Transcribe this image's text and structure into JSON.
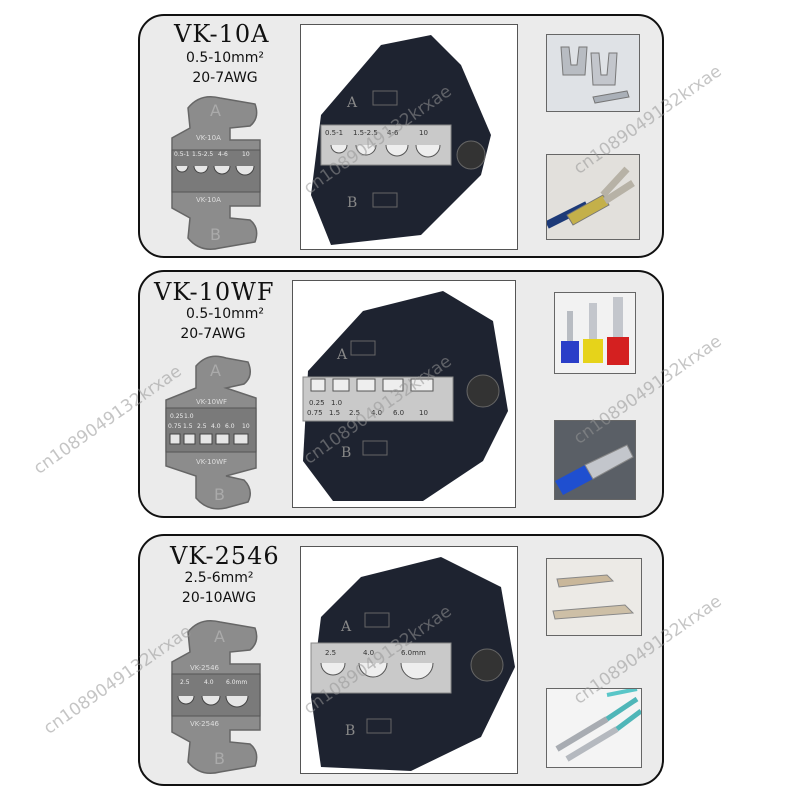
{
  "panels": [
    {
      "model": "VK-10A",
      "range_metric": "0.5-10mm²",
      "range_awg": "20-7AWG",
      "die_sizes": [
        "0.5-1",
        "1.5-2.5",
        "4-6",
        "10"
      ],
      "photo_sizes": [
        "0.5-1",
        "1.5-2.5",
        "4-6",
        "10"
      ]
    },
    {
      "model": "VK-10WF",
      "range_metric": "0.5-10mm²",
      "range_awg": "20-7AWG",
      "die_sizes_top": [
        "0.25",
        "1.0"
      ],
      "die_sizes_bottom": [
        "0.75",
        "1.5",
        "2.5",
        "4.0",
        "6.0",
        "10"
      ]
    },
    {
      "model": "VK-2546",
      "range_metric": "2.5-6mm²",
      "range_awg": "20-10AWG",
      "die_sizes": [
        "2.5",
        "4.0",
        "6.0mm"
      ]
    }
  ],
  "die_letters": {
    "top": "A",
    "bottom": "B"
  },
  "watermark": "cn1089049132krxae"
}
